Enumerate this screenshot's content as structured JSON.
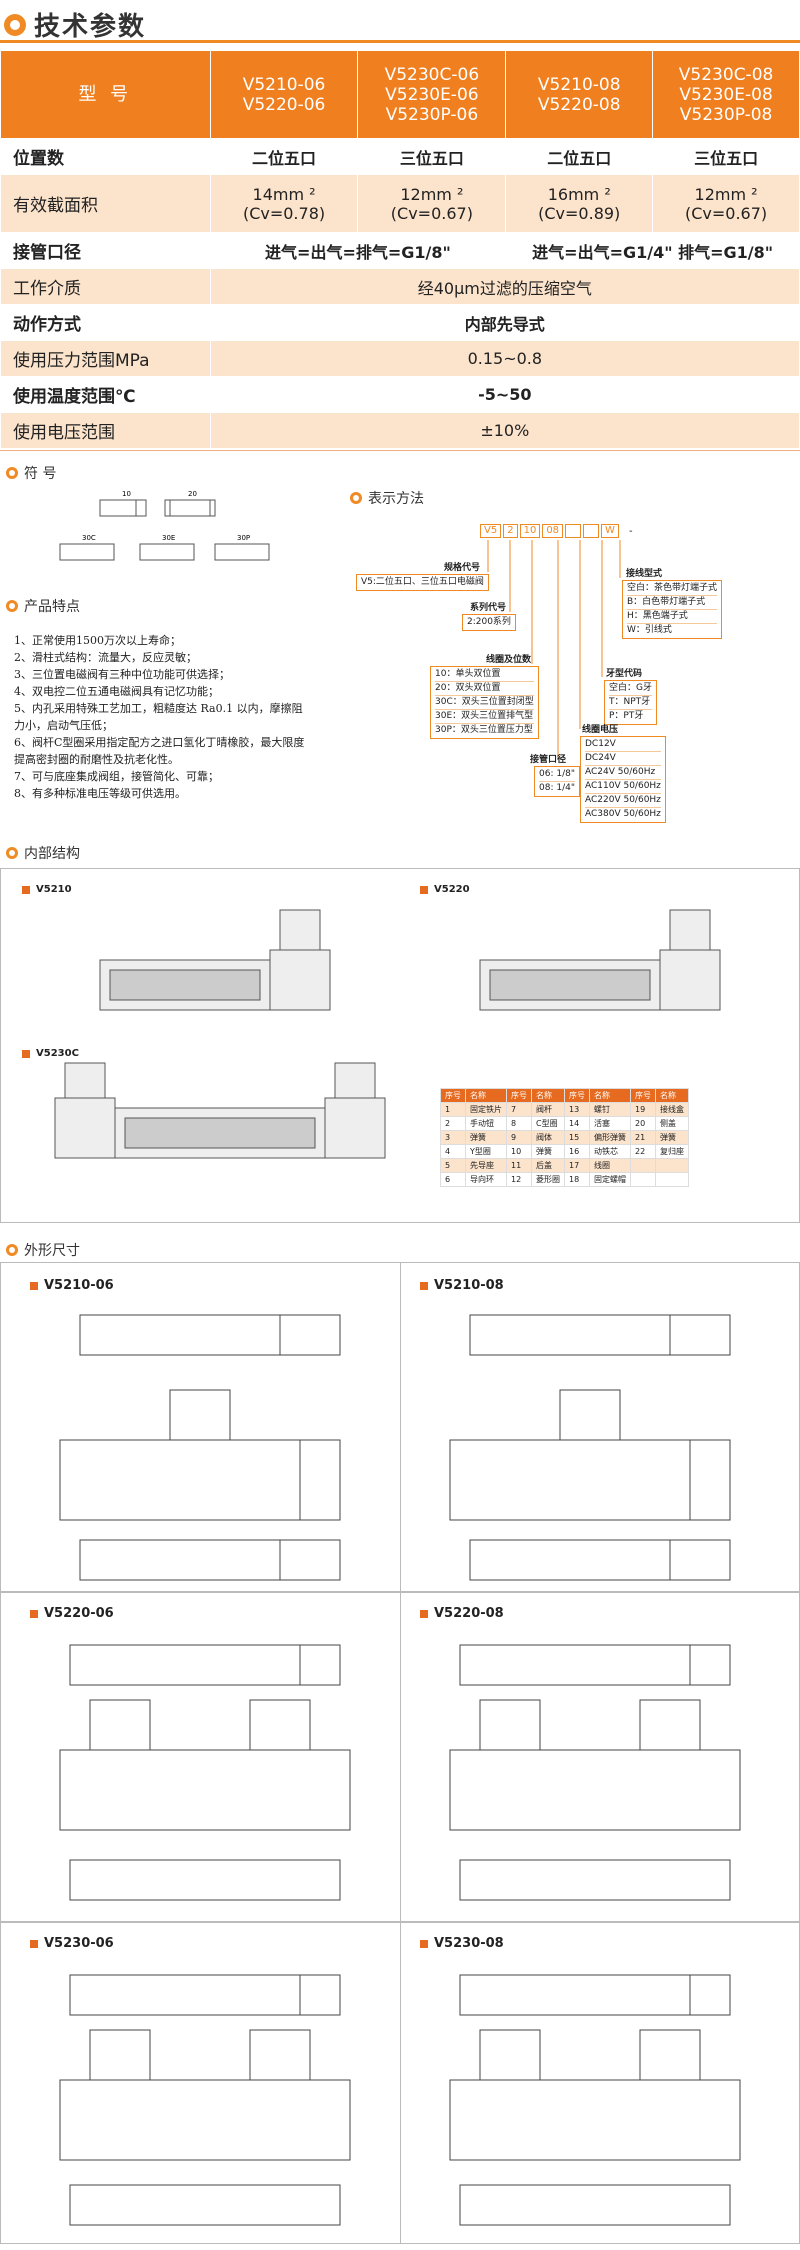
{
  "header": {
    "title": "技术参数"
  },
  "spec": {
    "model_label": "型  号",
    "models": [
      [
        "V5210-06",
        "V5220-06"
      ],
      [
        "V5230C-06",
        "V5230E-06",
        "V5230P-06"
      ],
      [
        "V5210-08",
        "V5220-08"
      ],
      [
        "V5230C-08",
        "V5230E-08",
        "V5230P-08"
      ]
    ],
    "position": {
      "label": "位置数",
      "v1": "二位五口",
      "v2": "三位五口",
      "v3": "二位五口",
      "v4": "三位五口"
    },
    "area": {
      "label": "有效截面积",
      "v1a": "14mm ²",
      "v1b": "(Cv=0.78)",
      "v2a": "12mm ²",
      "v2b": "(Cv=0.67)",
      "v3a": "16mm ²",
      "v3b": "(Cv=0.89)",
      "v4a": "12mm ²",
      "v4b": "(Cv=0.67)"
    },
    "port": {
      "label": "接管口径",
      "v12": "进气=出气=排气=G1/8\"",
      "v34": "进气=出气=G1/4\" 排气=G1/8\""
    },
    "medium": {
      "label": "工作介质",
      "value": "经40μm过滤的压缩空气"
    },
    "action": {
      "label": "动作方式",
      "value": "内部先导式"
    },
    "pressure": {
      "label": "使用压力范围MPa",
      "value": "0.15~0.8"
    },
    "temp": {
      "label": "使用温度范围℃",
      "value": "-5~50"
    },
    "voltage": {
      "label": "使用电压范围",
      "value": "±10%"
    }
  },
  "symbols": {
    "title": "符  号",
    "labels": [
      "10",
      "20",
      "30C",
      "30E",
      "30P"
    ]
  },
  "features": {
    "title": "产品特点",
    "items": [
      "1、正常使用1500万次以上寿命；",
      "2、滑柱式结构：流量大，反应灵敏；",
      "3、三位置电磁阀有三种中位功能可供选择；",
      "4、双电控二位五通电磁阀具有记忆功能；",
      "5、内孔采用特殊工艺加工，粗糙度达 Ra0.1 以内，摩擦阻",
      "    力小，启动气压低；",
      "6、阀杆C型圈采用指定配方之进口氢化丁晴橡胶，最大限度",
      "    提高密封圈的耐磨性及抗老化性。",
      "7、可与底座集成阀组，接管简化、可靠；",
      "8、有多种标准电压等级可供选用。"
    ]
  },
  "ordering": {
    "title": "表示方法",
    "code": [
      "V5",
      "2",
      "10",
      "08",
      "",
      "",
      "W",
      "-"
    ],
    "series_label": "规格代号",
    "series_text": "V5:二位五口、三位五口电磁阀",
    "type_label": "系列代号",
    "type_text": "2:200系列",
    "pos_label": "线圈及位数",
    "pos_items": [
      "10：单头双位置",
      "20：双头双位置",
      "30C：双头三位置封闭型",
      "30E：双头三位置排气型",
      "30P：双头三位置压力型"
    ],
    "port_label": "接管口径",
    "port_items": [
      "06: 1/8\"",
      "08: 1/4\""
    ],
    "wire_label": "接线型式",
    "wire_items": [
      "空白：茶色带灯端子式",
      "B：白色带灯端子式",
      "H：黑色端子式",
      "W：引线式"
    ],
    "thread_label": "牙型代码",
    "thread_items": [
      "空白：G牙",
      "T：NPT牙",
      "P：PT牙"
    ],
    "volt_label": "线圈电压",
    "volt_items": [
      "DC12V",
      "DC24V",
      "AC24V  50/60Hz",
      "AC110V  50/60Hz",
      "AC220V  50/60Hz",
      "AC380V  50/60Hz"
    ]
  },
  "internal": {
    "title": "内部结构",
    "models": [
      "V5210",
      "V5220",
      "V5230C"
    ],
    "parts_header": [
      "序号",
      "名称",
      "序号",
      "名称",
      "序号",
      "名称",
      "序号",
      "名称"
    ],
    "parts": [
      [
        "1",
        "固定铁片",
        "7",
        "阀杆",
        "13",
        "螺钉",
        "19",
        "接线盒"
      ],
      [
        "2",
        "手动钮",
        "8",
        "C型圈",
        "14",
        "活塞",
        "20",
        "侧盖"
      ],
      [
        "3",
        "弹簧",
        "9",
        "阀体",
        "15",
        "偏形弹簧",
        "21",
        "弹簧"
      ],
      [
        "4",
        "Y型圈",
        "10",
        "弹簧",
        "16",
        "动铁芯",
        "22",
        "复归座"
      ],
      [
        "5",
        "先导座",
        "11",
        "后盖",
        "17",
        "线圈",
        "",
        " "
      ],
      [
        "6",
        "导向环",
        "12",
        "菱形圈",
        "18",
        "固定螺帽",
        "",
        ""
      ]
    ]
  },
  "dimensions": {
    "title": "外形尺寸",
    "models": [
      "V5210-06",
      "V5210-08",
      "V5220-06",
      "V5220-08",
      "V5230-06",
      "V5230-08"
    ]
  }
}
